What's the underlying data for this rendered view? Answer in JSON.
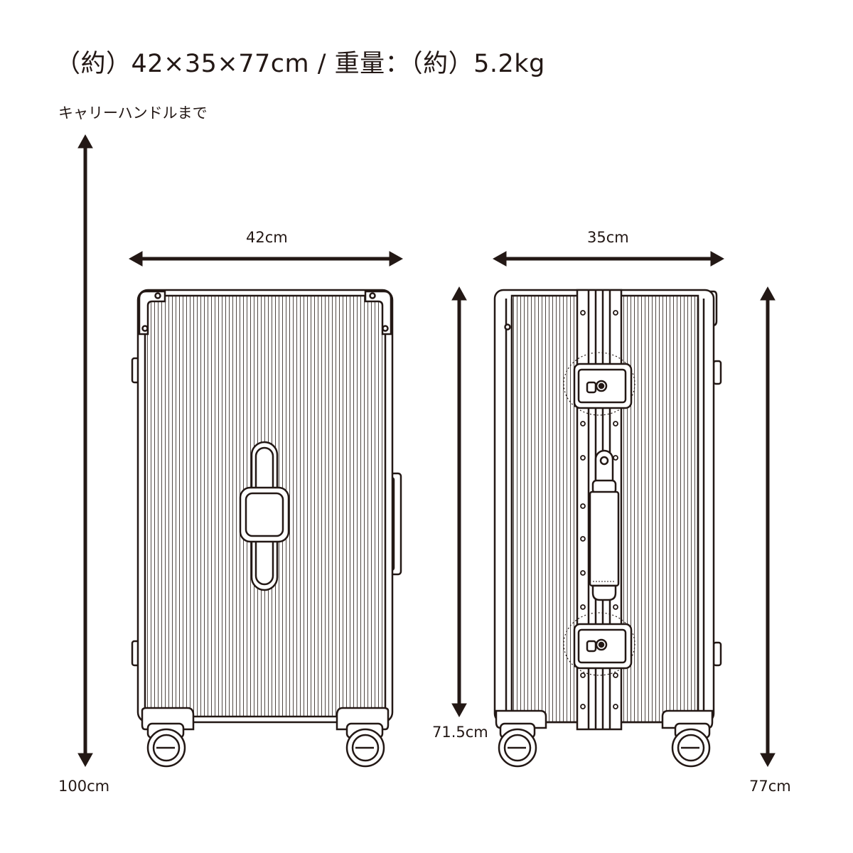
{
  "header": {
    "title": "（約）42×35×77cm / 重量：（約）5.2kg",
    "handle_note": "キャリーハンドルまで"
  },
  "dimensions": {
    "front_width": "42cm",
    "side_depth": "35cm",
    "total_height": "100cm",
    "body_height": "71.5cm",
    "height_with_wheels": "77cm"
  },
  "colors": {
    "line": "#231815",
    "fill": "#ffffff"
  }
}
